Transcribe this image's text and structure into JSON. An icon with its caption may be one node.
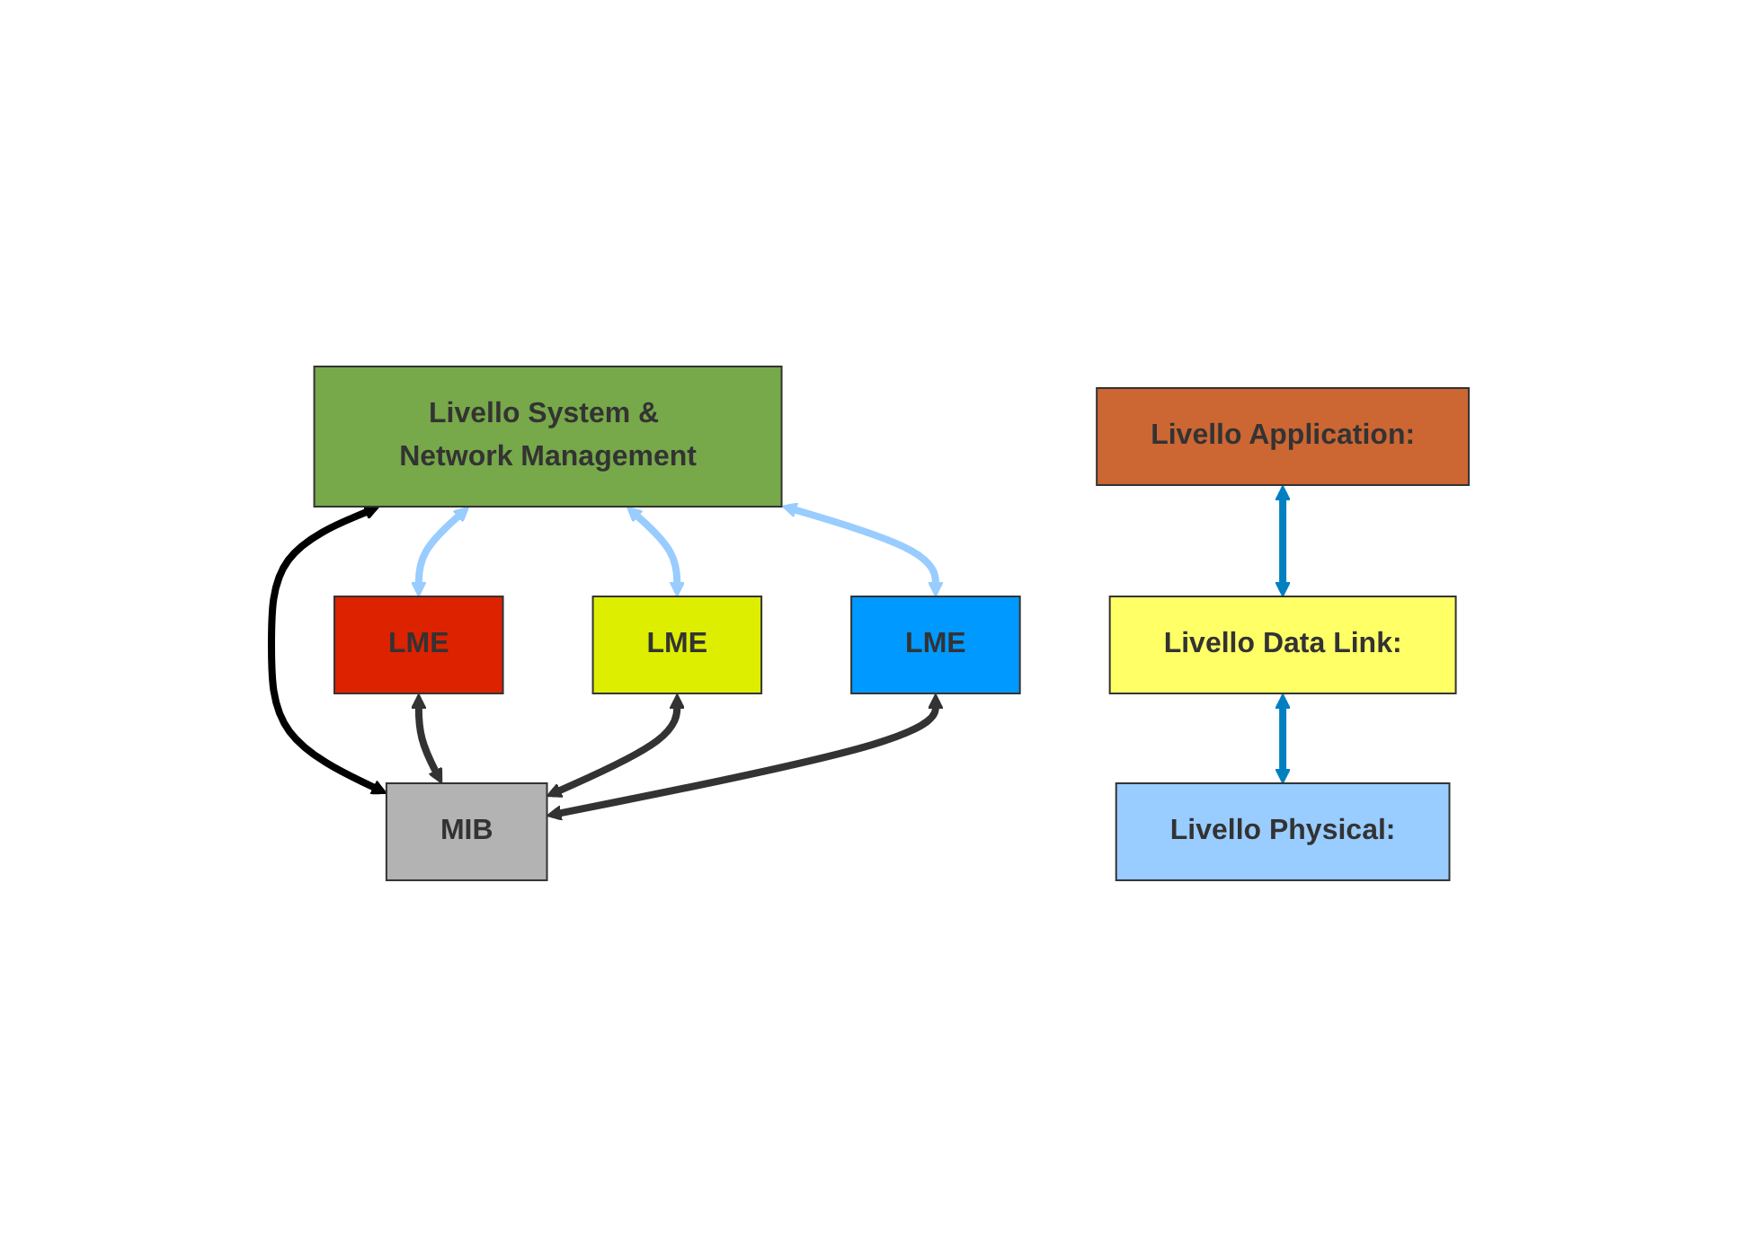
{
  "diagram": {
    "nodes": [
      {
        "text": [
          "Livello System & Network Management"
        ]
      },
      {
        "text": [
          "Livello Application:"
        ]
      },
      {
        "text": [
          "LME"
        ]
      },
      {
        "text": [
          "Livello Data Link:"
        ]
      },
      {
        "text": [
          "LME"
        ]
      },
      {
        "text": [
          "Livello Physical:"
        ]
      },
      {
        "text": [
          "LME"
        ]
      },
      {
        "text": [
          "MIB"
        ]
      }
    ],
    "edges": [
      {
        "from": 0,
        "to": 2,
        "arrow": "both",
        "color": "#99ccff"
      },
      {
        "from": 0,
        "to": 4,
        "arrow": "both",
        "color": "#99ccff"
      },
      {
        "from": 0,
        "to": 6,
        "arrow": "both",
        "color": "#99ccff"
      },
      {
        "from": 0,
        "to": 7,
        "arrow": "both",
        "color": "#000000"
      },
      {
        "from": 2,
        "to": 7,
        "arrow": "both",
        "color": "#333333"
      },
      {
        "from": 4,
        "to": 7,
        "arrow": "both",
        "color": "#333333"
      },
      {
        "from": 6,
        "to": 7,
        "arrow": "both",
        "color": "#333333"
      },
      {
        "from": 1,
        "to": 3,
        "arrow": "both",
        "color": "#0080c0"
      },
      {
        "from": 3,
        "to": 5,
        "arrow": "both",
        "color": "#0080c0"
      }
    ]
  }
}
